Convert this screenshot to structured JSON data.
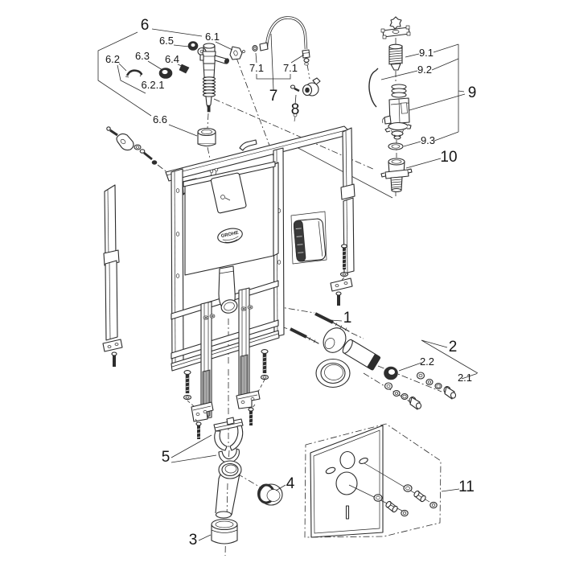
{
  "diagram": {
    "background": "#ffffff",
    "line_color": "#2b2b2b",
    "dark_part_color": "#2e2e2e",
    "logo_text": "GROHE",
    "labels": [
      {
        "text": "6"
      },
      {
        "text": "6.1"
      },
      {
        "text": "6.5"
      },
      {
        "text": "6.2"
      },
      {
        "text": "6.3"
      },
      {
        "text": "6.4"
      },
      {
        "text": "6.2.1"
      },
      {
        "text": "6.6"
      },
      {
        "text": "7.1"
      },
      {
        "text": "7.1"
      },
      {
        "text": "7"
      },
      {
        "text": "8"
      },
      {
        "text": "9.1"
      },
      {
        "text": "9.2"
      },
      {
        "text": "9"
      },
      {
        "text": "9.3"
      },
      {
        "text": "10"
      },
      {
        "text": "1"
      },
      {
        "text": "2"
      },
      {
        "text": "2.2"
      },
      {
        "text": "2.1"
      },
      {
        "text": "5"
      },
      {
        "text": "4"
      },
      {
        "text": "3"
      },
      {
        "text": "11"
      }
    ]
  }
}
